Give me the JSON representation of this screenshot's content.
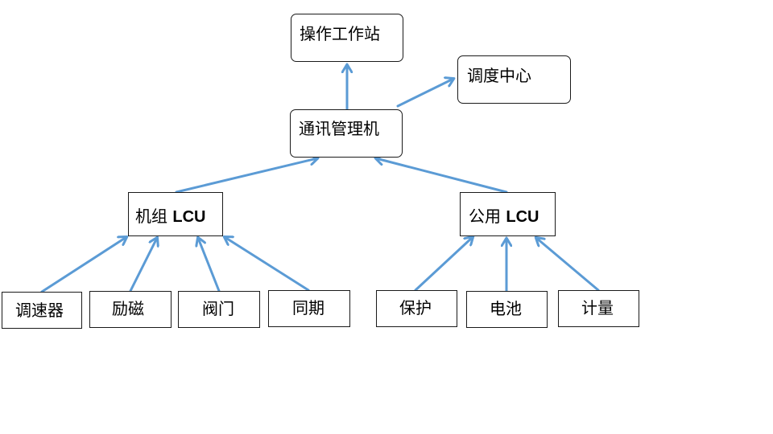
{
  "diagram": {
    "line_color": "#5b9bd5",
    "box_border_color": "#1a1a1a",
    "nodes": {
      "workstation": "操作工作站",
      "dispatch_center": "调度中心",
      "comm_manager": "通讯管理机",
      "unit_lcu": {
        "prefix": "机组 ",
        "suffix": "LCU"
      },
      "public_lcu": {
        "prefix": "公用 ",
        "suffix": "LCU"
      },
      "governor": "调速器",
      "excitation": "励磁",
      "valve": "阀门",
      "sync": "同期",
      "protection": "保护",
      "battery": "电池",
      "metering": "计量"
    },
    "connections": [
      {
        "from": "comm_manager",
        "to": "workstation"
      },
      {
        "from": "comm_manager",
        "to": "dispatch_center"
      },
      {
        "from": "unit_lcu",
        "to": "comm_manager"
      },
      {
        "from": "public_lcu",
        "to": "comm_manager"
      },
      {
        "from": "governor",
        "to": "unit_lcu"
      },
      {
        "from": "excitation",
        "to": "unit_lcu"
      },
      {
        "from": "valve",
        "to": "unit_lcu"
      },
      {
        "from": "sync",
        "to": "unit_lcu"
      },
      {
        "from": "protection",
        "to": "public_lcu"
      },
      {
        "from": "battery",
        "to": "public_lcu"
      },
      {
        "from": "metering",
        "to": "public_lcu"
      }
    ]
  }
}
